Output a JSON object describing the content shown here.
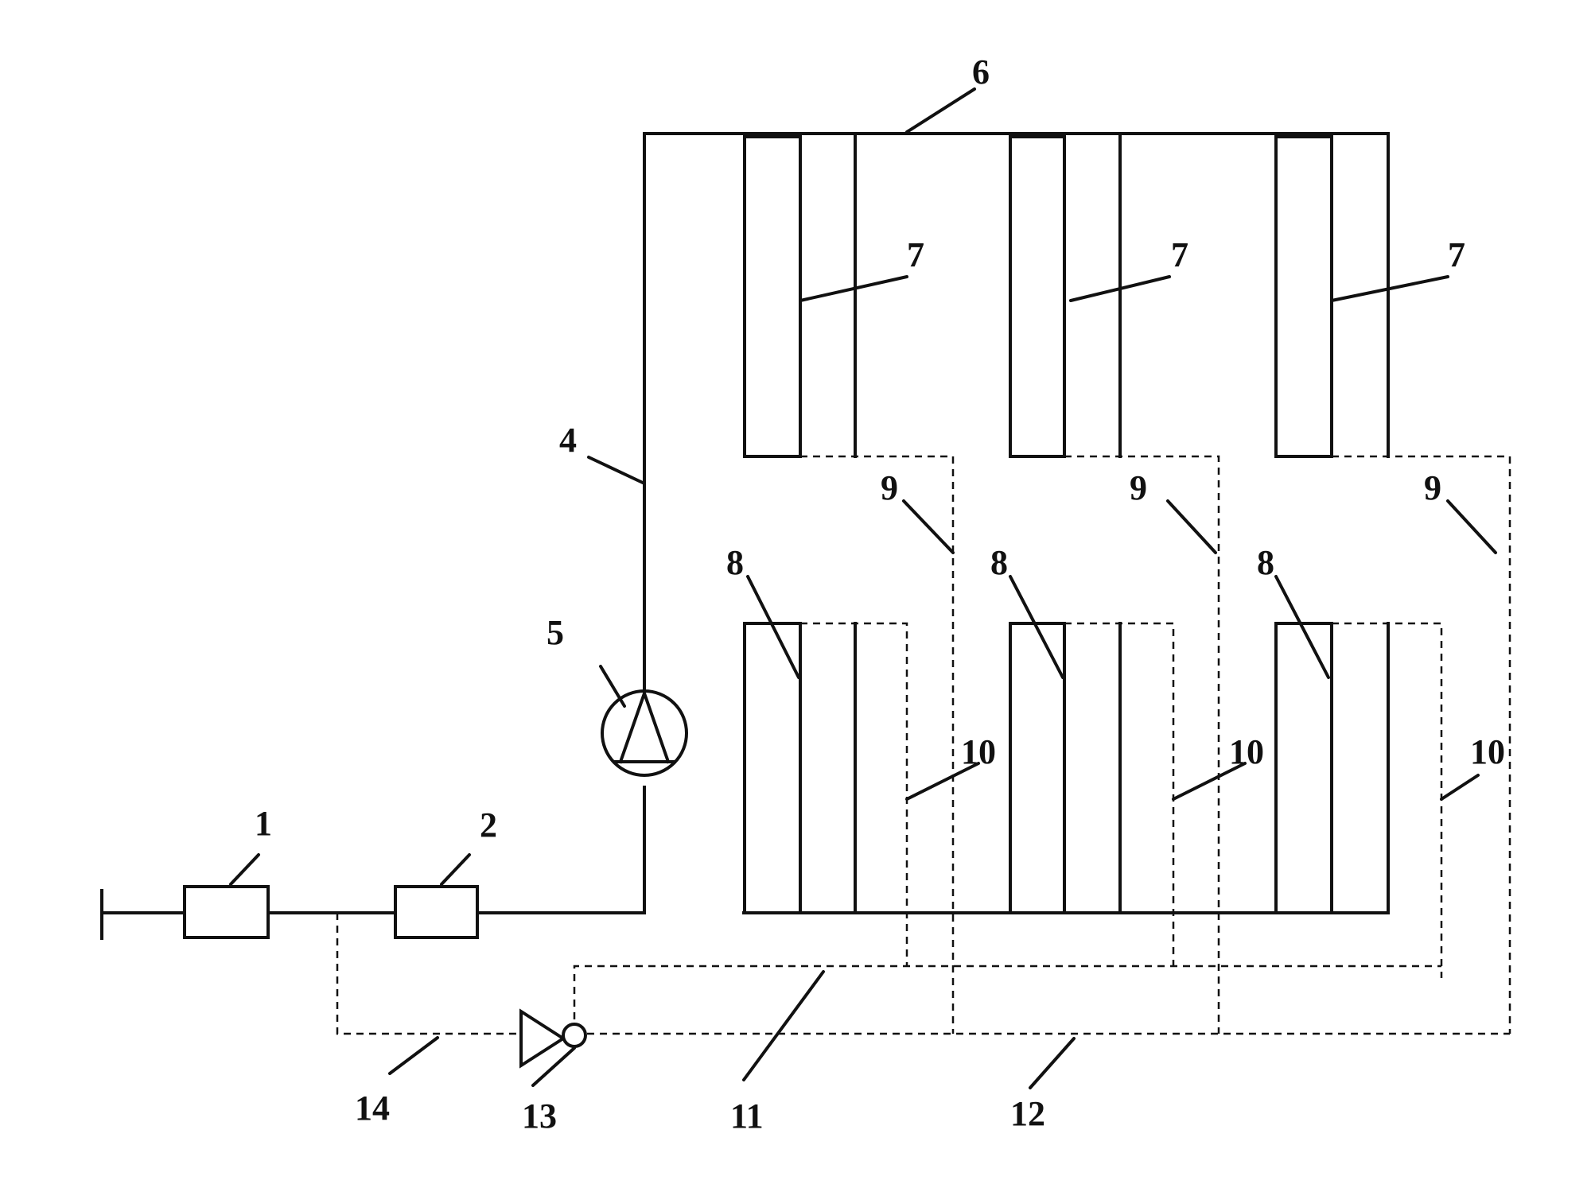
{
  "labels": {
    "l1": "1",
    "l2": "2",
    "l4": "4",
    "l5": "5",
    "l6": "6",
    "l7": "7",
    "l8": "8",
    "l9": "9",
    "l10": "10",
    "l11": "11",
    "l12": "12",
    "l13": "13",
    "l14": "14"
  }
}
